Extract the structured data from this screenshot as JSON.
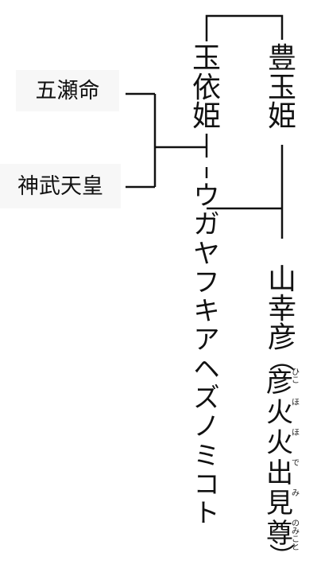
{
  "nodes": {
    "itsuse": "五瀬命",
    "jimmu": "神武天皇",
    "tamayori": [
      "玉",
      "依",
      "姫"
    ],
    "toyotama": [
      "豊",
      "玉",
      "姫"
    ],
    "ugaya": [
      "ウ",
      "ガ",
      "ヤ",
      "フ",
      "キ",
      "ア",
      "ヘ",
      "ズ",
      "ノ",
      "ミ",
      "コ",
      "ト"
    ],
    "yamasachi": [
      "山",
      "幸",
      "彦"
    ],
    "hikohohodemi": {
      "open": "︵",
      "chars": [
        {
          "base": "彦",
          "ruby": [
            "ひ",
            "こ"
          ]
        },
        {
          "base": "火",
          "ruby": [
            "ほ"
          ]
        },
        {
          "base": "火",
          "ruby": [
            "ほ"
          ]
        },
        {
          "base": "出",
          "ruby": [
            "で"
          ]
        },
        {
          "base": "見",
          "ruby": [
            "み"
          ]
        },
        {
          "base": "尊",
          "ruby": [
            "の",
            "み",
            "こ",
            "と"
          ]
        }
      ],
      "close": "︶"
    }
  }
}
